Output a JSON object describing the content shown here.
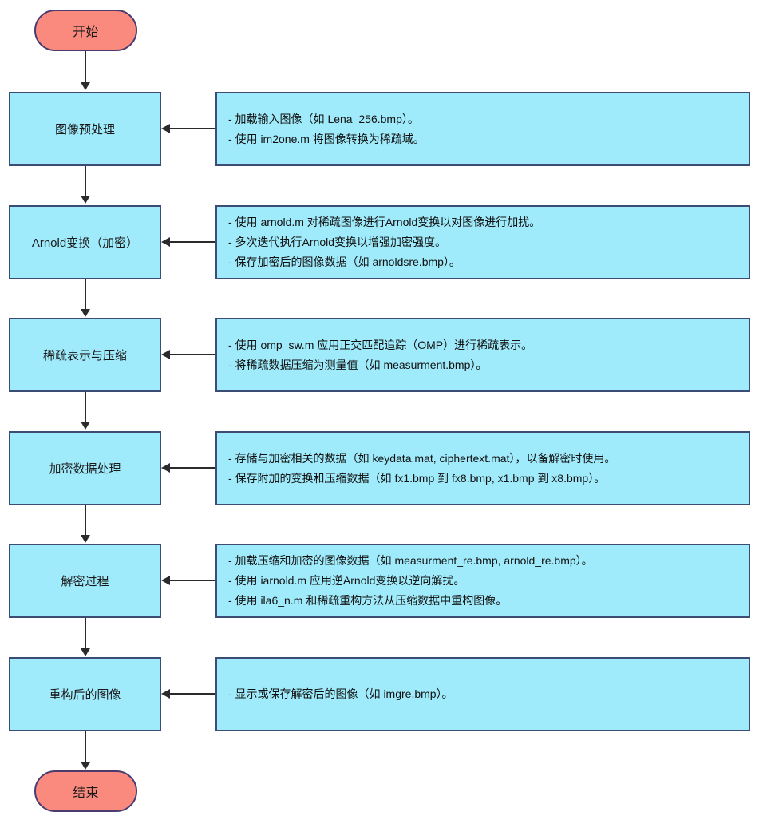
{
  "diagram": {
    "title_start": "开始",
    "title_end": "结束",
    "accent_fill_process": "#A0EBFB",
    "accent_fill_terminal": "#FA8A7E",
    "border_process": "#3C4C75",
    "border_terminal": "#4B3B6E",
    "connector_color": "#2b2b2b",
    "background": "#ffffff",
    "stages": [
      {
        "label": "图像预处理",
        "details": [
          "- 加载输入图像（如 Lena_256.bmp）。",
          "- 使用 im2one.m 将图像转换为稀疏域。"
        ]
      },
      {
        "label": "Arnold变换（加密）",
        "details": [
          "- 使用 arnold.m 对稀疏图像进行Arnold变换以对图像进行加扰。",
          "- 多次迭代执行Arnold变换以增强加密强度。",
          "- 保存加密后的图像数据（如 arnoldsre.bmp）。"
        ]
      },
      {
        "label": "稀疏表示与压缩",
        "details": [
          "- 使用 omp_sw.m 应用正交匹配追踪（OMP）进行稀疏表示。",
          "- 将稀疏数据压缩为测量值（如 measurment.bmp）。"
        ]
      },
      {
        "label": "加密数据处理",
        "details": [
          "- 存储与加密相关的数据（如 keydata.mat, ciphertext.mat），以备解密时使用。",
          "- 保存附加的变换和压缩数据（如 fx1.bmp 到 fx8.bmp, x1.bmp 到 x8.bmp）。"
        ]
      },
      {
        "label": "解密过程",
        "details": [
          "- 加载压缩和加密的图像数据（如 measurment_re.bmp, arnold_re.bmp）。",
          "- 使用 iarnold.m 应用逆Arnold变换以逆向解扰。",
          "- 使用 ila6_n.m 和稀疏重构方法从压缩数据中重构图像。"
        ]
      },
      {
        "label": "重构后的图像",
        "details": [
          "- 显示或保存解密后的图像（如 imgre.bmp）。"
        ]
      }
    ]
  }
}
